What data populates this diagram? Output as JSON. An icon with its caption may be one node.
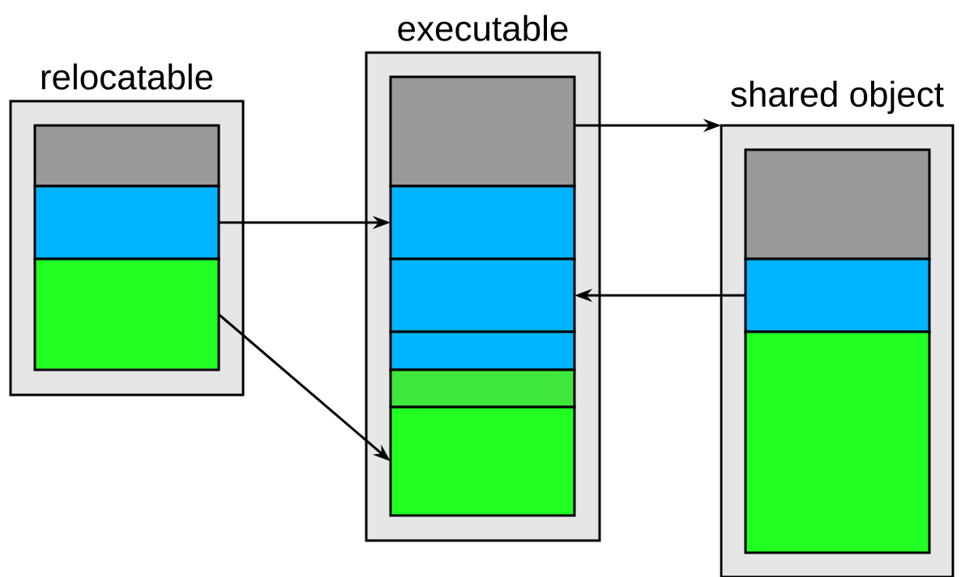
{
  "diagram": {
    "nodes": [
      {
        "text": [
          "relocatable"
        ]
      },
      {
        "text": [],
        "shape": "box",
        "in": 0
      },
      {
        "text": [],
        "shape": "box",
        "in": 0
      },
      {
        "text": [],
        "shape": "box",
        "in": 0
      },
      {
        "text": [
          "executable"
        ]
      },
      {
        "text": [],
        "shape": "box",
        "in": 4
      },
      {
        "text": [],
        "shape": "box",
        "in": 4
      },
      {
        "text": [],
        "shape": "box",
        "in": 4
      },
      {
        "text": [],
        "shape": "box",
        "in": 4
      },
      {
        "text": [],
        "shape": "box",
        "in": 4
      },
      {
        "text": [],
        "shape": "box",
        "in": 4
      },
      {
        "text": [
          "shared object"
        ]
      },
      {
        "text": [],
        "shape": "box",
        "in": 11
      },
      {
        "text": [],
        "shape": "box",
        "in": 11
      },
      {
        "text": [],
        "shape": "box",
        "in": 11
      }
    ],
    "edges": [
      {
        "from": 2,
        "to": 6,
        "arrow": "to"
      },
      {
        "from": 3,
        "to": 10,
        "arrow": "to"
      },
      {
        "from": 5,
        "to": 11,
        "arrow": "to"
      },
      {
        "from": 13,
        "to": 7,
        "arrow": "to"
      }
    ]
  }
}
